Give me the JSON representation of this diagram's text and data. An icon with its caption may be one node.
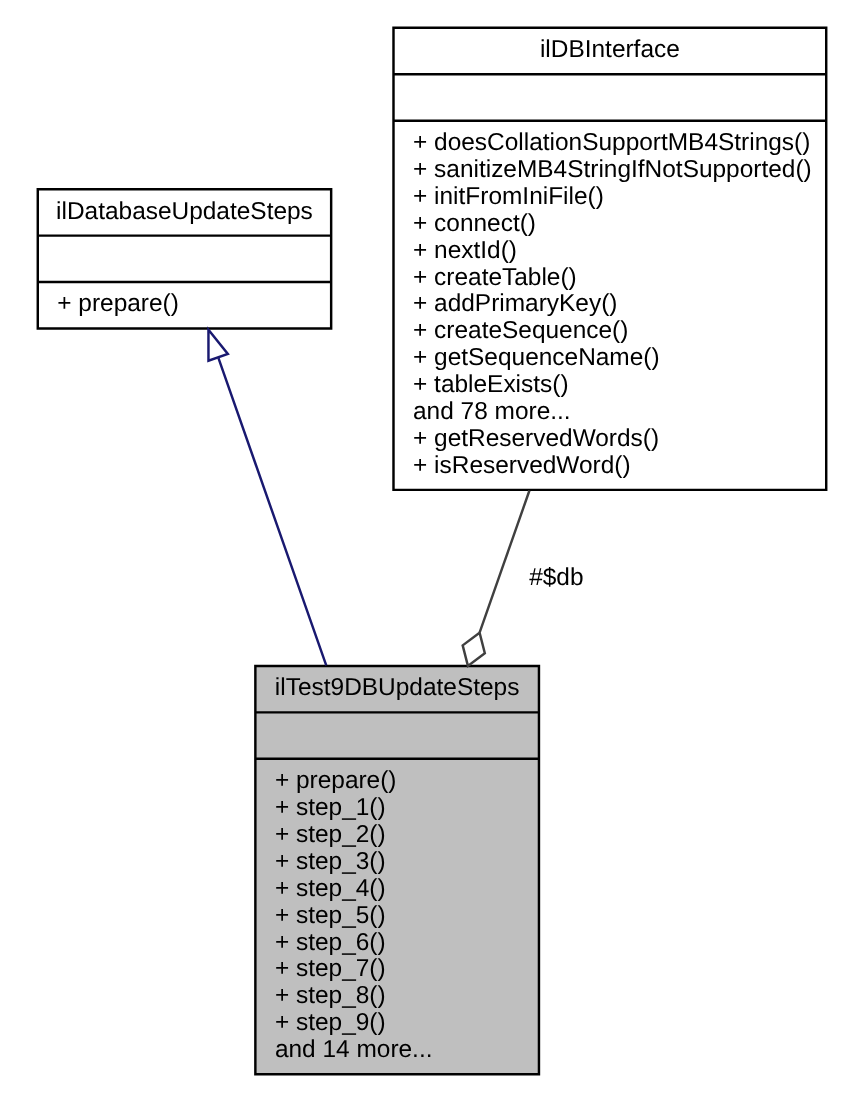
{
  "diagram": {
    "nodes": [
      {
        "text": [
          "ilDBInterface",
          "+ doesCollationSupportMB4Strings()",
          "+ sanitizeMB4StringIfNotSupported()",
          "+ initFromIniFile()",
          "+ connect()",
          "+ nextId()",
          "+ createTable()",
          "+ addPrimaryKey()",
          "+ createSequence()",
          "+ getSequenceName()",
          "+ tableExists()",
          "and 78 more...",
          "+ getReservedWords()",
          "+ isReservedWord()"
        ]
      },
      {
        "text": [
          "ilDatabaseUpdateSteps",
          "+ prepare()"
        ]
      },
      {
        "text": [
          "ilTest9DBUpdateSteps",
          "+ prepare()",
          "+ step_1()",
          "+ step_2()",
          "+ step_3()",
          "+ step_4()",
          "+ step_5()",
          "+ step_6()",
          "+ step_7()",
          "+ step_8()",
          "+ step_9()",
          "and 14 more..."
        ]
      }
    ],
    "edges": [
      {
        "from": 2,
        "to": 1,
        "arrow": "to",
        "color": "#191970"
      },
      {
        "from": 0,
        "to": 2,
        "arrow": "other",
        "label": "#$db",
        "color": "#404040"
      }
    ]
  }
}
